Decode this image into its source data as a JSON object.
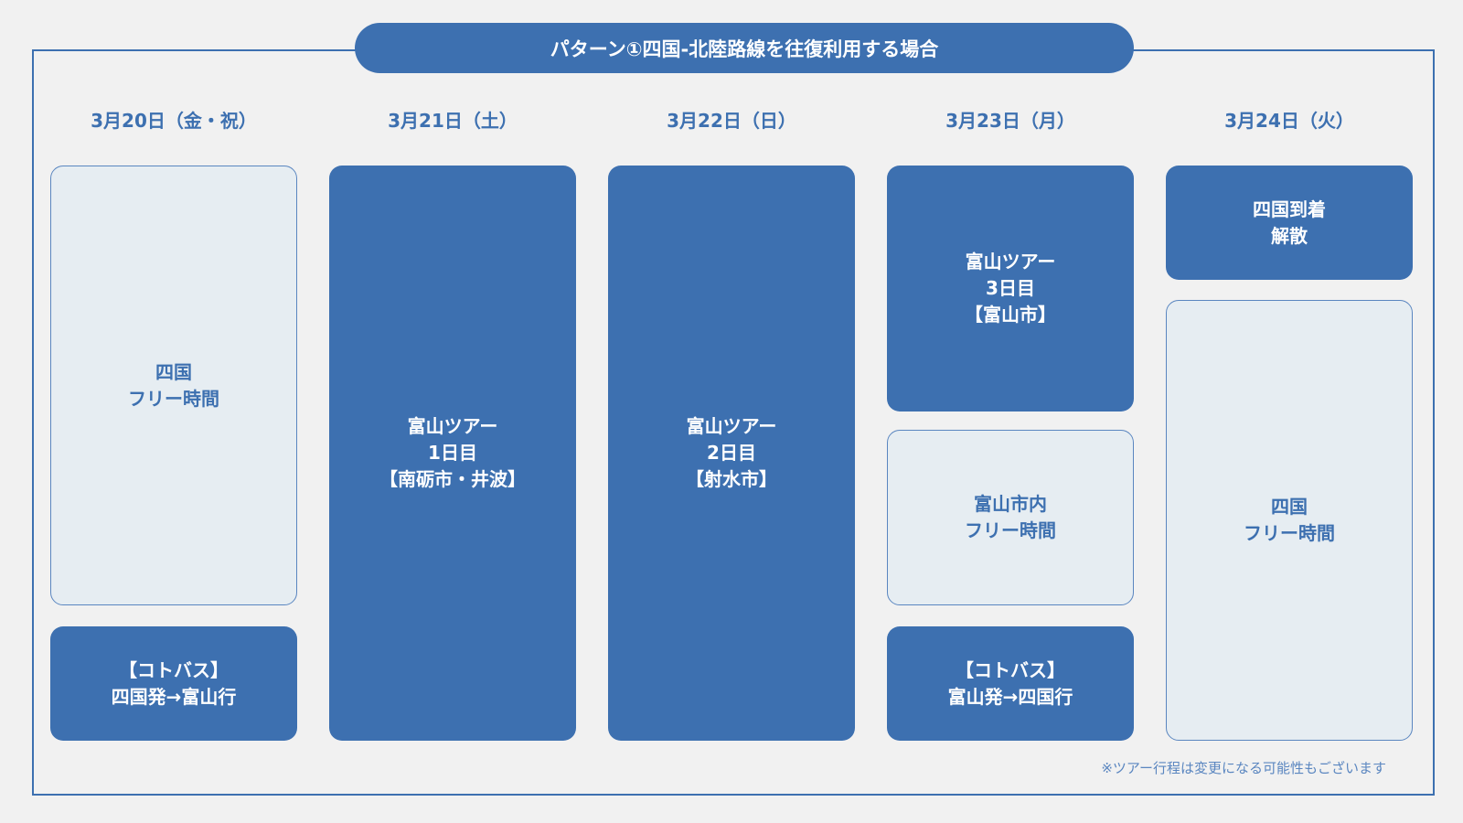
{
  "title": "パターン①四国-北陸路線を往復利用する場合",
  "dates": [
    "3月20日（金・祝）",
    "3月21日（土）",
    "3月22日（日）",
    "3月23日（月）",
    "3月24日（火）"
  ],
  "blocks": {
    "d1_free": "四国\nフリー時間",
    "d1_bus": "【コトバス】\n四国発→富山行",
    "d2_tour": "富山ツアー\n1日目\n【南砺市・井波】",
    "d3_tour": "富山ツアー\n2日目\n【射水市】",
    "d4_tour": "富山ツアー\n3日目\n【富山市】",
    "d4_free": "富山市内\nフリー時間",
    "d4_bus": "【コトバス】\n富山発→四国行",
    "d5_arrive": "四国到着\n解散",
    "d5_free": "四国\nフリー時間"
  },
  "note": "※ツアー行程は変更になる可能性もございます",
  "colors": {
    "primary": "#3d70b0",
    "light": "#e6edf2"
  }
}
